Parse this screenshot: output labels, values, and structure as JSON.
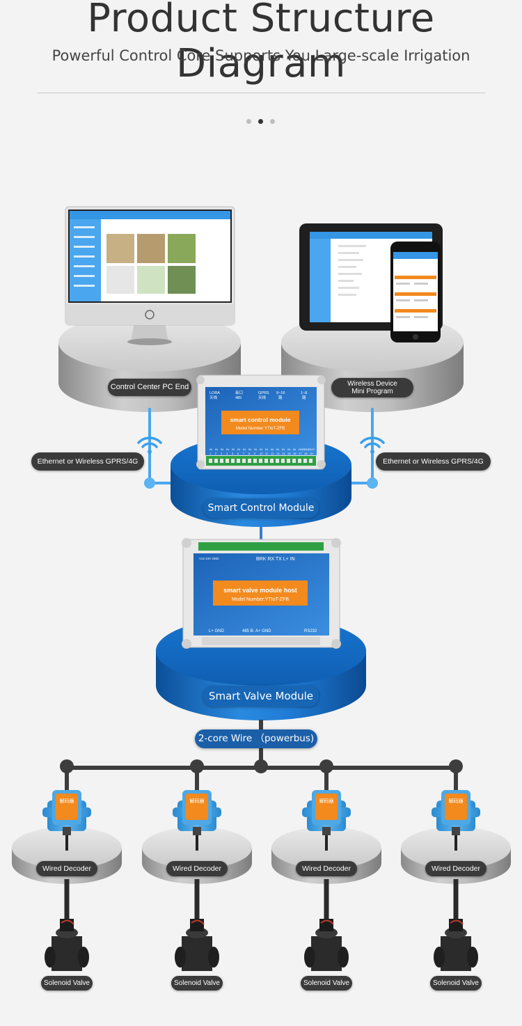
{
  "header": {
    "title": "Product Structure Diagram",
    "subtitle": "Powerful Control Core Supports You Large-scale Irrigation"
  },
  "pager": {
    "count": 3,
    "active": 2
  },
  "nodes": {
    "pc": "Control Center PC End",
    "mobile_line1": "Wireless Device",
    "mobile_line2": "Mini Program",
    "link_left": "Ethernet or Wireless GPRS/4G",
    "link_right": "Ethernet or Wireless GPRS/4G",
    "control_module": "Smart Control Module",
    "valve_module": "Smart Valve Module",
    "bus": "2-core Wire （powerbus)"
  },
  "control_device": {
    "name": "smart control module",
    "model": "Model Number:YTIoT-ZFB",
    "top_labels": [
      "LORA",
      "串口",
      "GPRS",
      "9~16",
      "1~8"
    ],
    "top_labels2": [
      "天线",
      "485",
      "天线",
      "路",
      "路"
    ],
    "terminal_labels": [
      "IN",
      "IN",
      "IN",
      "IN",
      "IN",
      "IN",
      "IN",
      "IN",
      "IN",
      "IN",
      "IN",
      "IN",
      "IN",
      "IN",
      "IN",
      "IN",
      "GND",
      "GND",
      "12V"
    ],
    "terminal_nums": [
      "1",
      "2",
      "3",
      "4",
      "5",
      "6",
      "7",
      "8",
      "9",
      "10",
      "11",
      "12",
      "13",
      "14",
      "15",
      "16",
      "17",
      "18",
      "19"
    ]
  },
  "valve_device": {
    "name": "smart valve module host",
    "model": "Model Number:YTIoT-ZFB",
    "top_left": "V12 24V GND",
    "top_right": "BRK  RX  TX  L+  IN",
    "bottom_labels": [
      "L+  GND",
      "485  B-  A+  GND",
      "RS232"
    ]
  },
  "decoders": [
    {
      "label": "Wired Decoder",
      "valve": "Solenoid Valve",
      "badge": "解码器"
    },
    {
      "label": "Wired Decoder",
      "valve": "Solenoid Valve",
      "badge": "解码器"
    },
    {
      "label": "Wired Decoder",
      "valve": "Solenoid Valve",
      "badge": "解码器"
    },
    {
      "label": "Wired Decoder",
      "valve": "Solenoid Valve",
      "badge": "解码器"
    }
  ],
  "colors": {
    "accent_orange": "#f28a1e",
    "module_blue": "#1a6fc4",
    "pill_dark": "#3a3a3a",
    "wire": "#3d3d3d"
  }
}
